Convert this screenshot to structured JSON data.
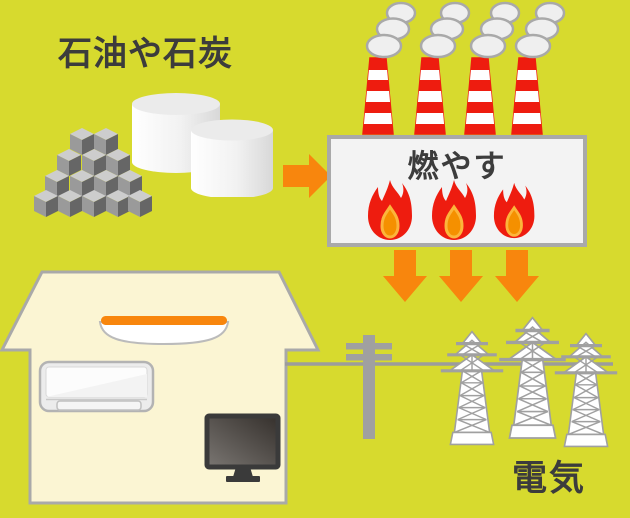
{
  "labels": {
    "fuel": "石油や石炭",
    "burn": "燃やす",
    "electricity": "電気"
  },
  "colors": {
    "bg": "#d7da2e",
    "accent": "#f8860d",
    "red": "#ee1c0f",
    "flame-inner": "#f59000",
    "flame-edge": "#fcb53b",
    "outline": "#a9a9a9",
    "gray": "#a0a0a0",
    "wire": "#9c9c9c",
    "house": "#fbf5d3",
    "panel": "#f3f3f3",
    "smoke": "#efefef",
    "text": "#3c3c3c"
  }
}
